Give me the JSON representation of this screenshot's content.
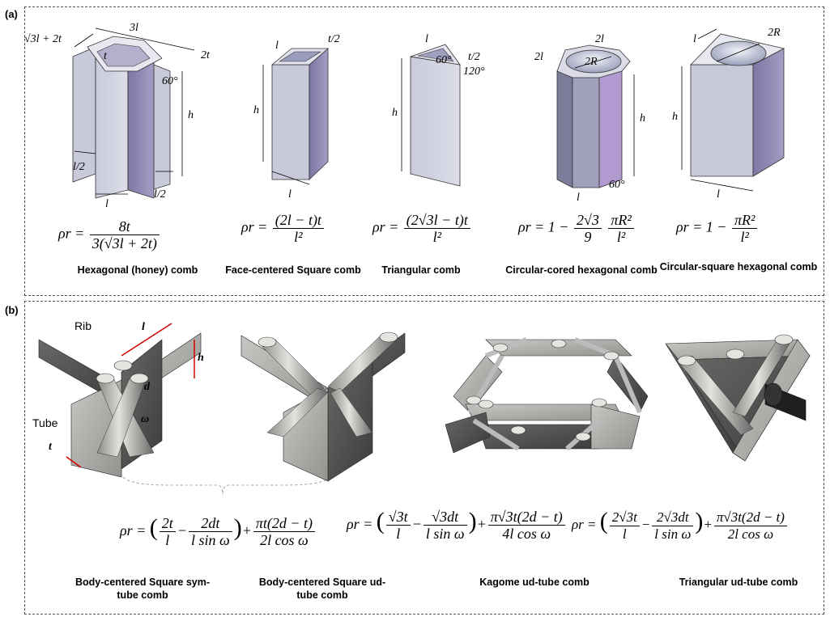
{
  "panel_a": {
    "label": "(a)",
    "items": [
      {
        "caption": "Hexagonal (honey) comb",
        "dims": [
          "√3l+2t",
          "3l",
          "t",
          "2t",
          "60°",
          "h",
          "l/2",
          "l",
          "l/2"
        ],
        "formula": {
          "lhs": "ρr =",
          "num": "8t",
          "den": "3(√3l + 2t)"
        }
      },
      {
        "caption": "Face-centered Square comb",
        "dims": [
          "l",
          "t/2",
          "h",
          "l"
        ],
        "formula": {
          "lhs": "ρr =",
          "num": "(2l − t)t",
          "den": "l²"
        }
      },
      {
        "caption": "Triangular comb",
        "dims": [
          "l",
          "60°",
          "t/2",
          "120°",
          "h"
        ],
        "formula": {
          "lhs": "ρr =",
          "num": "(2√3l − t)t",
          "den": "l²"
        }
      },
      {
        "caption": "Circular-cored hexagonal comb",
        "dims": [
          "2l",
          "2l",
          "2R",
          "h",
          "60°",
          "l"
        ],
        "formula": {
          "lhs": "ρr = 1 −",
          "num": "2√3",
          "den": "9",
          "num2": "πR²",
          "den2": "l²"
        }
      },
      {
        "caption": "Circular-square hexagonal comb",
        "dims": [
          "l",
          "2R",
          "h",
          "l"
        ],
        "formula": {
          "lhs": "ρr = 1 −",
          "num": "πR²",
          "den": "l²"
        }
      }
    ]
  },
  "panel_b": {
    "label": "(b)",
    "annotations": {
      "rib": "Rib",
      "tube": "Tube",
      "l": "l",
      "h": "h",
      "d": "d",
      "omega": "ω",
      "t": "t"
    },
    "formulas": [
      {
        "lhs": "ρr =",
        "a_num": "2t",
        "a_den": "l",
        "b_num": "2dt",
        "b_den": "l sin ω",
        "c_num": "πt(2d − t)",
        "c_den": "2l cos ω"
      },
      {
        "lhs": "ρr =",
        "a_num": "√3t",
        "a_den": "l",
        "b_num": "√3dt",
        "b_den": "l sin ω",
        "c_num": "π√3t(2d − t)",
        "c_den": "4l cos ω"
      },
      {
        "lhs": "ρr =",
        "a_num": "2√3t",
        "a_den": "l",
        "b_num": "2√3dt",
        "b_den": "l sin ω",
        "c_num": "π√3t(2d − t)",
        "c_den": "2l cos ω"
      }
    ],
    "captions": [
      "Body-centered Square sym-tube comb",
      "Body-centered Square ud-tube comb",
      "Kagome ud-tube comb",
      "Triangular ud-tube comb"
    ]
  },
  "colors": {
    "face_light": "#d4d5e2",
    "face_mid": "#b9bbd0",
    "face_dark": "#8e86b0",
    "metal_light": "#b3b1ae",
    "metal_dark": "#4b4a48",
    "dim_line": "#d10000"
  }
}
